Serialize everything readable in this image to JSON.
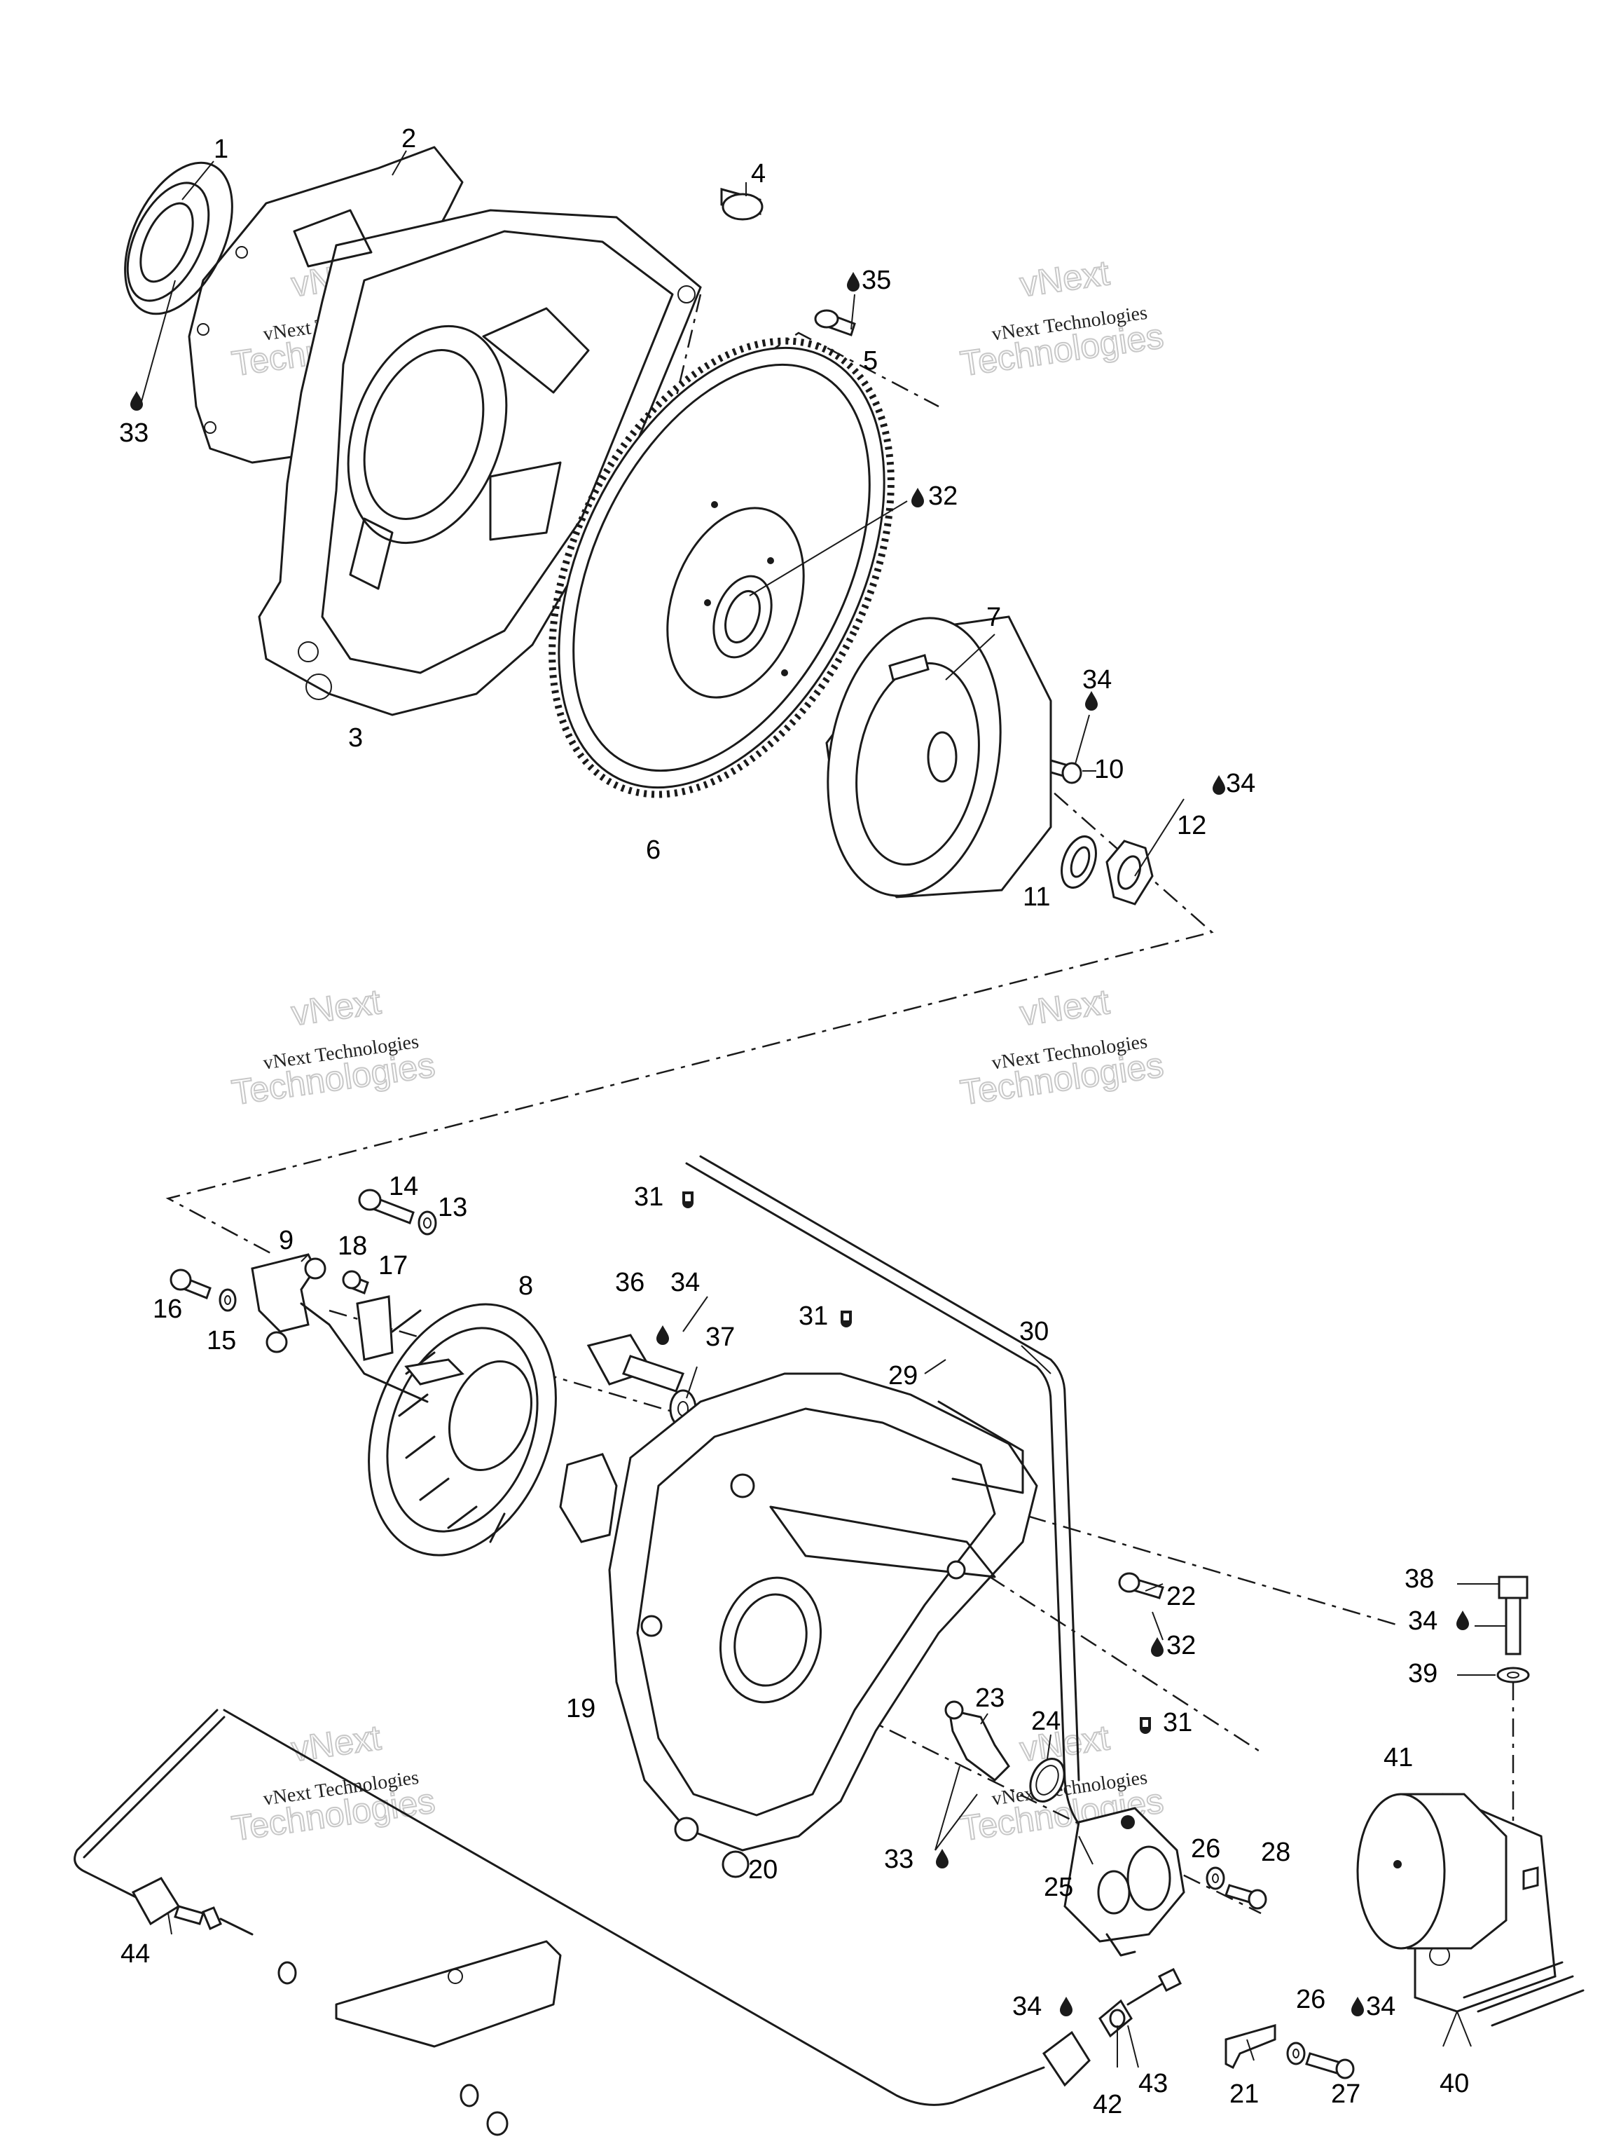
{
  "watermarks": [
    {
      "line1": "vNext",
      "line2": "Technologies",
      "small": "vNext Technologies"
    },
    {
      "line1": "vNext",
      "line2": "Technologies",
      "small": "vNext Technologies"
    },
    {
      "line1": "vNext",
      "line2": "Technologies",
      "small": "vNext Technologies"
    },
    {
      "line1": "vNext",
      "line2": "Technologies",
      "small": "vNext Technologies"
    },
    {
      "line1": "vNext",
      "line2": "Technologies",
      "small": "vNext Technologies"
    },
    {
      "line1": "vNext",
      "line2": "Technologies",
      "small": "vNext Technologies"
    }
  ],
  "callouts": {
    "c1": "1",
    "c2": "2",
    "c3": "3",
    "c4": "4",
    "c5": "5",
    "c6": "6",
    "c7": "7",
    "c8": "8",
    "c9": "9",
    "c10": "10",
    "c11": "11",
    "c12": "12",
    "c13": "13",
    "c14": "14",
    "c15": "15",
    "c16": "16",
    "c17": "17",
    "c18": "18",
    "c19": "19",
    "c20": "20",
    "c21": "21",
    "c22": "22",
    "c23": "23",
    "c24": "24",
    "c25": "25",
    "c26a": "26",
    "c26b": "26",
    "c27": "27",
    "c28": "28",
    "c29": "29",
    "c30": "30",
    "c31a": "31",
    "c31b": "31",
    "c31c": "31",
    "c32a": "32",
    "c32b": "32",
    "c33a": "33",
    "c33b": "33",
    "c34a": "34",
    "c34b": "34",
    "c34c": "34",
    "c34d": "34",
    "c34e": "34",
    "c34f": "34",
    "c35": "35",
    "c36": "36",
    "c37": "37",
    "c38": "38",
    "c39": "39",
    "c40": "40",
    "c41": "41",
    "c42": "42",
    "c43": "43",
    "c44": "44"
  },
  "icons": {
    "drop": "drop-icon",
    "key": "woodruff-key-icon"
  }
}
